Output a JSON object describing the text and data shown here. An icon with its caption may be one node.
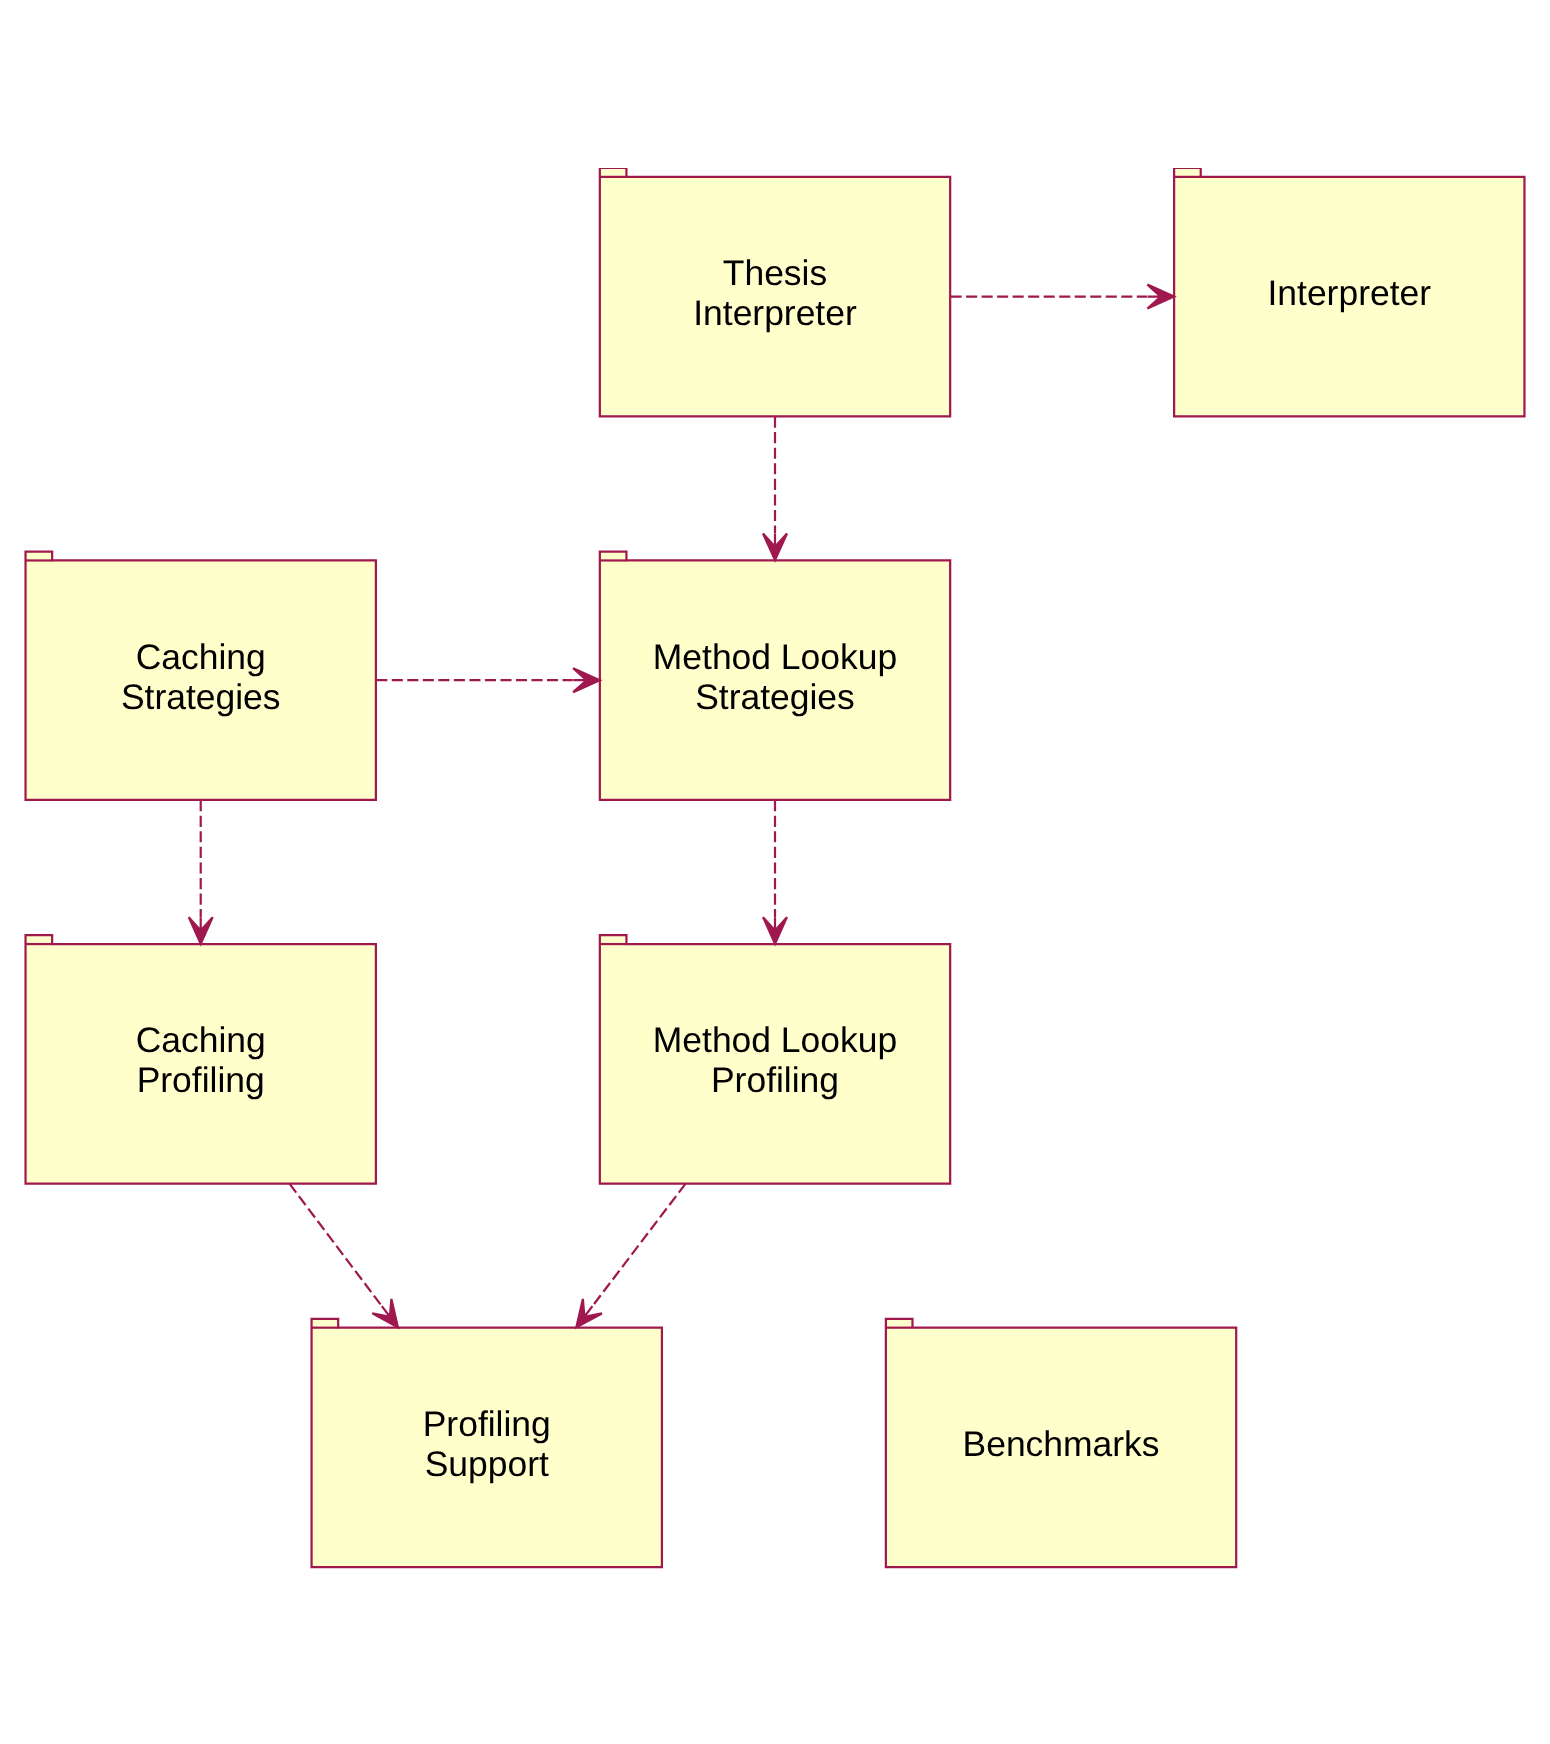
{
  "diagram": {
    "nodes": [
      {
        "text": [
          "Thesis Interpreter"
        ]
      },
      {
        "text": [
          "Interpreter"
        ]
      },
      {
        "text": [
          "Method Lookup Strategies"
        ]
      },
      {
        "text": [
          "Caching Strategies"
        ]
      },
      {
        "text": [
          "Method Lookup Profiling"
        ]
      },
      {
        "text": [
          "Caching Profiling"
        ]
      },
      {
        "text": [
          "Benchmarks"
        ]
      },
      {
        "text": [
          "Profiling Support"
        ]
      }
    ],
    "edges": [
      {
        "from": 0,
        "to": 1,
        "arrow": "to",
        "style": "dashed"
      },
      {
        "from": 0,
        "to": 2,
        "arrow": "to",
        "style": "dashed"
      },
      {
        "from": 3,
        "to": 2,
        "arrow": "to",
        "style": "dashed"
      },
      {
        "from": 2,
        "to": 4,
        "arrow": "to",
        "style": "dashed"
      },
      {
        "from": 3,
        "to": 5,
        "arrow": "to",
        "style": "dashed"
      },
      {
        "from": 4,
        "to": 7,
        "arrow": "to",
        "style": "dashed"
      },
      {
        "from": 5,
        "to": 7,
        "arrow": "to",
        "style": "dashed"
      }
    ]
  }
}
